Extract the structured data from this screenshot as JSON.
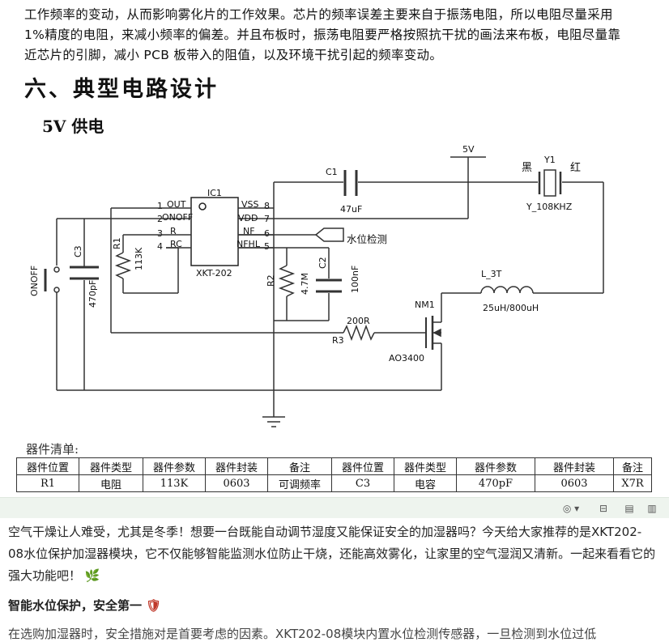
{
  "doc": {
    "intro_lines": [
      "工作频率的变动，从而影响雾化片的工作效果。芯片的频率误差主要来自于振荡电阻，所以电阻尽量采用",
      "1%精度的电阻，来减小频率的偏差。并且布板时，振荡电阻要严格按照抗干扰的画法来布板，电阻尽量靠",
      "近芯片的引脚，减小 PCB 板带入的阻值，以及环境干扰引起的频率变动。"
    ],
    "section_title": "六、典型电路设计",
    "subsection_title": "5V 供电",
    "schematic": {
      "ic_ref": "IC1",
      "ic_part": "XKT-202",
      "pins_left": [
        {
          "num": "1",
          "name": "OUT"
        },
        {
          "num": "2",
          "name": "ONOFF"
        },
        {
          "num": "3",
          "name": "R"
        },
        {
          "num": "4",
          "name": "RC"
        }
      ],
      "pins_right": [
        {
          "num": "8",
          "name": "VSS"
        },
        {
          "num": "7",
          "name": "VDD"
        },
        {
          "num": "6",
          "name": "NF"
        },
        {
          "num": "5",
          "name": "NFHL"
        }
      ],
      "supply": "5V",
      "c1_ref": "C1",
      "c1_val": "47uF",
      "y1_ref": "Y1",
      "y1_black": "黑",
      "y1_red": "红",
      "y1_val": "Y_108KHZ",
      "water_label": "水位检测",
      "r1_ref": "R1",
      "r1_val": "113K",
      "c3_ref": "C3",
      "c3_val": "470pF",
      "switch_label": "ONOFF",
      "r2_ref": "R2",
      "r2_val": "4.7M",
      "c2_ref": "C2",
      "c2_val": "100nF",
      "l_ref": "L_3T",
      "l_val": "25uH/800uH",
      "q_ref": "NM1",
      "q_part": "AO3400",
      "r3_ref": "R3",
      "r3_val": "200R"
    },
    "bom_title": "器件清单:",
    "bom_headers": [
      "器件位置",
      "器件类型",
      "器件参数",
      "器件封装",
      "备注",
      "器件位置",
      "器件类型",
      "器件参数",
      "器件封装",
      "备注"
    ],
    "bom_row": [
      "R1",
      "电阻",
      "113K",
      "0603",
      "可调频率",
      "C3",
      "电容",
      "470pF",
      "0603",
      "X7R"
    ]
  },
  "toolbar": {
    "eye_label": "◎ ▾",
    "btn1": "⊟",
    "btn2": "▤",
    "btn3": "▥"
  },
  "article": {
    "p1": "空气干燥让人难受，尤其是冬季！想要一台既能自动调节湿度又能保证安全的加湿器吗？今天给大家推荐的是XKT202-08水位保护加湿器模块，它不仅能够智能监测水位防止干烧，还能高效雾化，让家里的空气湿润又清新。一起来看看它的强大功能吧！",
    "p1_emoji": "🌿",
    "heading": "智能水位保护，安全第一",
    "heading_emoji": "🛡",
    "p2_cut": "在选购加湿器时，安全措施对是首要考虑的因素。XKT202-08模块内置水位检测传感器，一旦检测到水位过低"
  }
}
